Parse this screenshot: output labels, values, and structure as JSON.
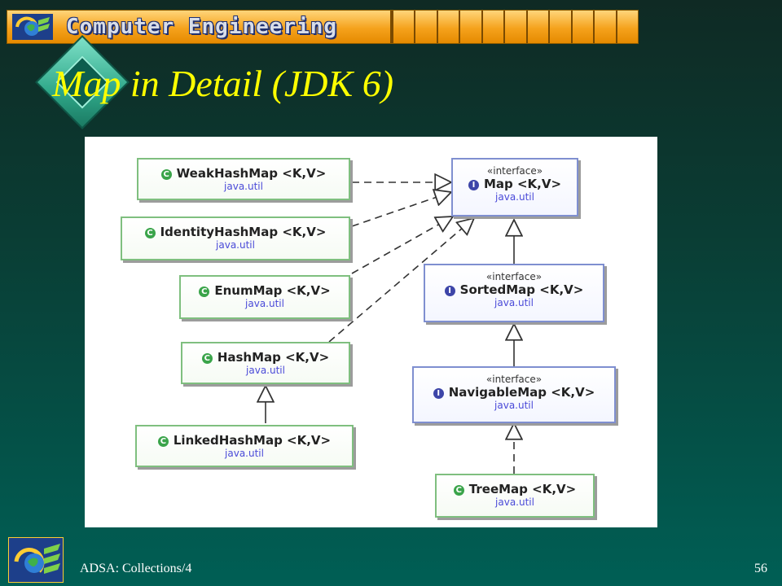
{
  "banner": {
    "title": "Computer Engineering",
    "cell_count": 11
  },
  "slide": {
    "title": "Map in Detail (JDK 6)"
  },
  "diagram": {
    "stereotype": "«interface»",
    "interface_glyph": "I",
    "class_glyph": "C",
    "classes": {
      "weakhashmap": {
        "name": "WeakHashMap <K,V>",
        "package": "java.util"
      },
      "identityhashmap": {
        "name": "IdentityHashMap <K,V>",
        "package": "java.util"
      },
      "enummap": {
        "name": "EnumMap <K,V>",
        "package": "java.util"
      },
      "hashmap": {
        "name": "HashMap <K,V>",
        "package": "java.util"
      },
      "linkedhashmap": {
        "name": "LinkedHashMap <K,V>",
        "package": "java.util"
      },
      "treemap": {
        "name": "TreeMap <K,V>",
        "package": "java.util"
      }
    },
    "interfaces": {
      "map": {
        "name": "Map <K,V>",
        "package": "java.util"
      },
      "sortedmap": {
        "name": "SortedMap <K,V>",
        "package": "java.util"
      },
      "navigablemap": {
        "name": "NavigableMap <K,V>",
        "package": "java.util"
      }
    }
  },
  "footer": {
    "course": "ADSA: Collections/4",
    "page_number": "56"
  },
  "colors": {
    "title": "#ffff00",
    "banner": "#f4a21a",
    "class_border": "#7fbf7f",
    "interface_border": "#7f8fd0",
    "package_text": "#4a4ad8"
  }
}
